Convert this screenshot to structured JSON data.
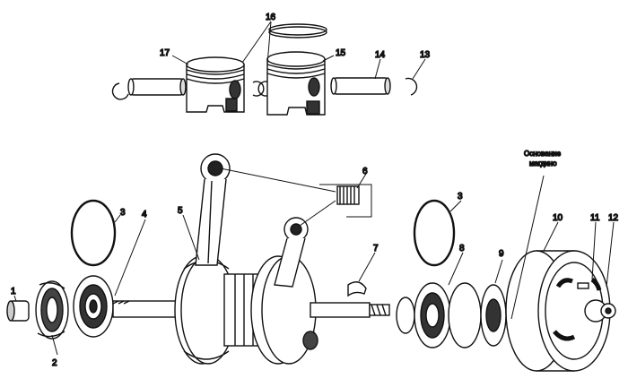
{
  "callouts": {
    "c1": "1",
    "c2": "2",
    "c3a": "3",
    "c3b": "3",
    "c4": "4",
    "c5": "5",
    "c6": "6",
    "c7": "7",
    "c8": "8",
    "c9": "9",
    "c10": "10",
    "c11": "11",
    "c12": "12",
    "c13": "13",
    "c14": "14",
    "c15": "15",
    "c16": "16",
    "c17": "17"
  },
  "magneto_caption": {
    "line1": "Основание",
    "line2": "магдино"
  },
  "colors": {
    "ink": "#111111",
    "paper": "#ffffff",
    "shade": "#555555"
  }
}
